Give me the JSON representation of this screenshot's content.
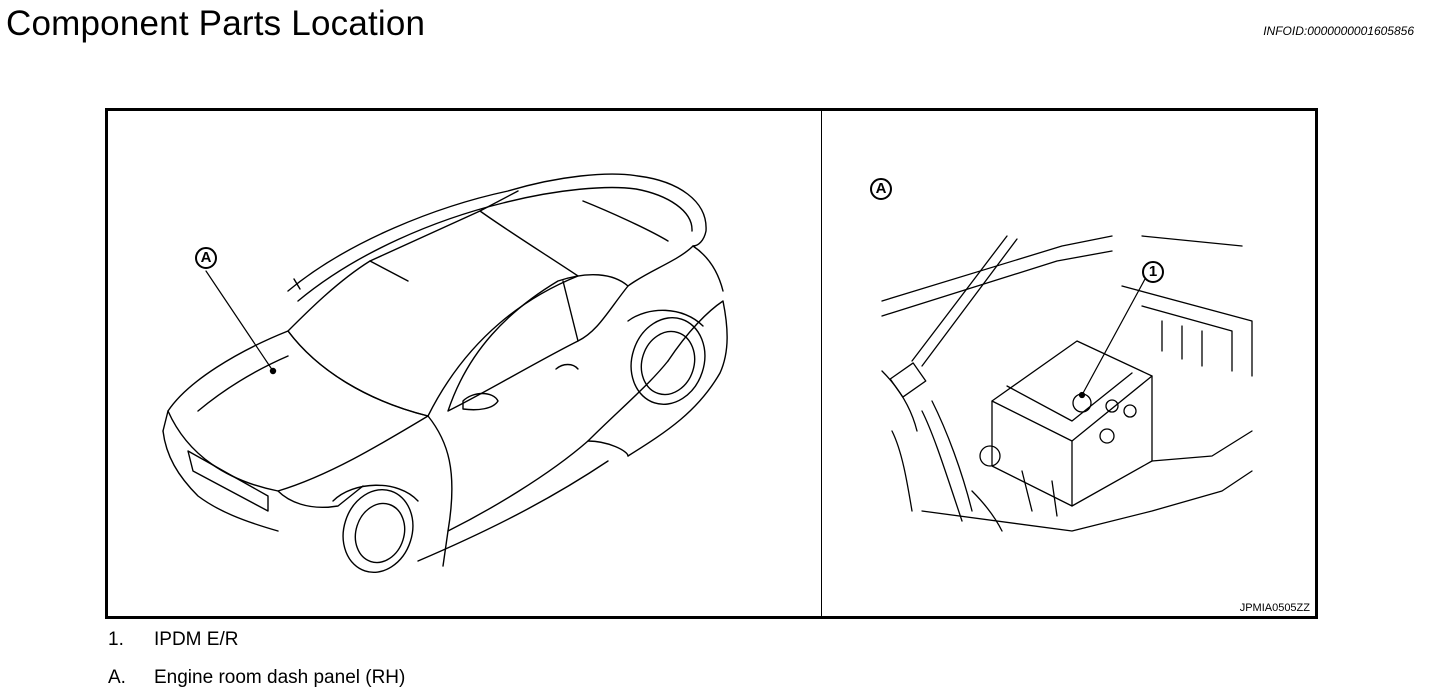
{
  "header": {
    "title": "Component Parts Location",
    "info_id": "INFOID:0000000001605856"
  },
  "figure": {
    "left_panel": {
      "callout": "A"
    },
    "right_panel": {
      "callout_a": "A",
      "callout_1": "1"
    },
    "code": "JPMIA0505ZZ"
  },
  "legend": [
    {
      "key": "1.",
      "text": "IPDM E/R"
    },
    {
      "key": "A.",
      "text": "Engine room dash panel (RH)"
    }
  ]
}
